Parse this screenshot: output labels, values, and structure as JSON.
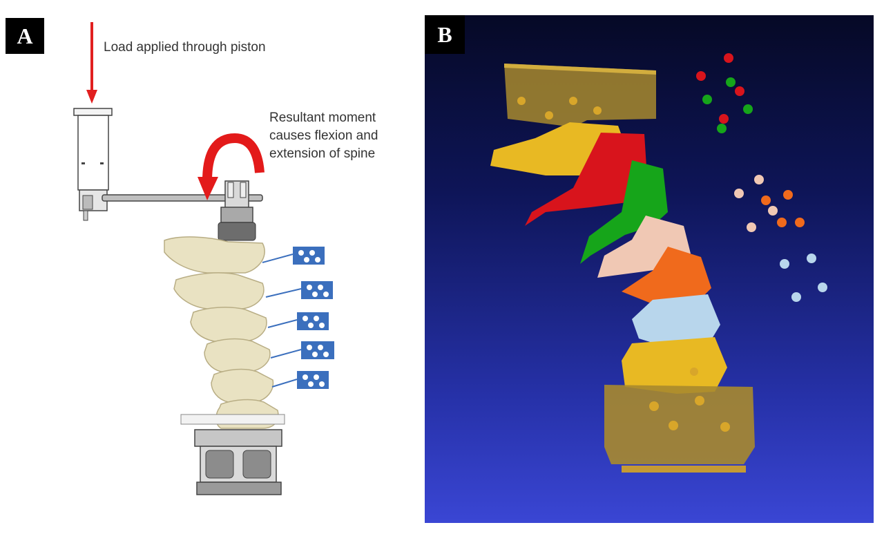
{
  "panel_a": {
    "label": "A",
    "load_annotation": "Load applied through piston",
    "moment_annotation": [
      "Resultant moment",
      "causes flexion and",
      "extension of spine"
    ]
  },
  "panel_b": {
    "label": "B"
  },
  "colors": {
    "load_arrow": "#e11f1f",
    "moment_arrow": "#e31a1a",
    "marker_plate": "#3b6fbd",
    "bone": "#e9e2c2",
    "bg_top": "#060926",
    "bg_bottom": "#3a46d4",
    "vertebra_1": "#e8b923",
    "vertebra_2": "#d8141c",
    "vertebra_3": "#16a51a",
    "vertebra_4": "#f0c8b4",
    "vertebra_5": "#f06a1c",
    "vertebra_6": "#b8d6ec",
    "vertebra_7": "#e8b923",
    "fixture": "#b89a3a"
  }
}
